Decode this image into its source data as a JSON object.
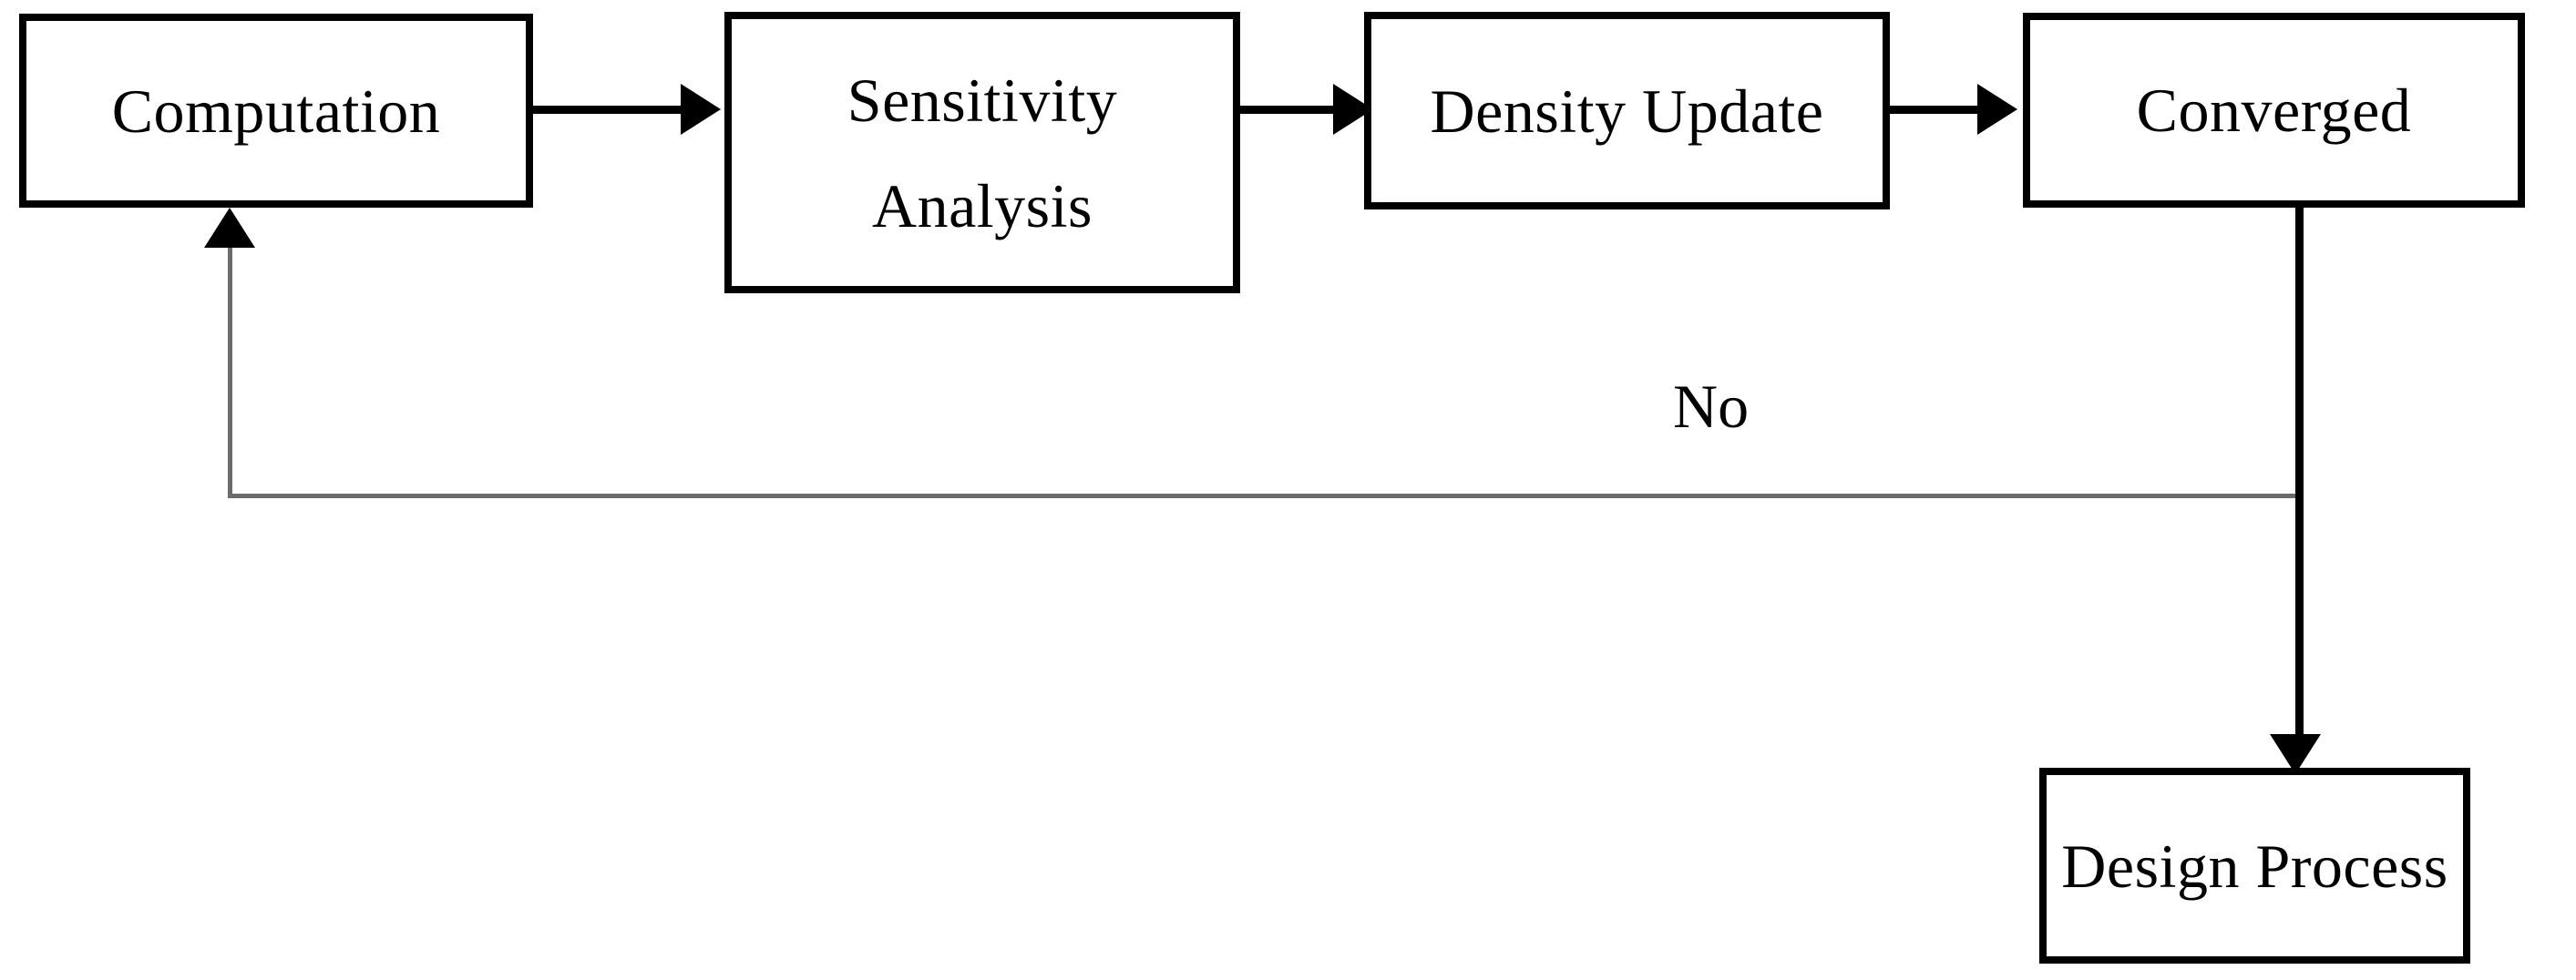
{
  "diagram": {
    "type": "flowchart",
    "orientation": "left-to-right with feedback loop",
    "background_color": "#ffffff",
    "line_color": "#000000",
    "feedback_line_color": "#6b6b6b",
    "nodes": [
      {
        "id": "computation",
        "label": "Computation",
        "shape": "rectangle"
      },
      {
        "id": "sensitivity",
        "label": "Sensitivity\nAnalysis",
        "shape": "rectangle"
      },
      {
        "id": "density",
        "label": "Density Update",
        "shape": "rectangle"
      },
      {
        "id": "converged",
        "label": "Converged",
        "shape": "rectangle"
      },
      {
        "id": "design",
        "label": "Design Process",
        "shape": "rectangle"
      }
    ],
    "edges": [
      {
        "id": "comp-sens",
        "from": "computation",
        "to": "sensitivity",
        "label": "",
        "style": "solid-black-arrow"
      },
      {
        "id": "sens-dens",
        "from": "sensitivity",
        "to": "density",
        "label": "",
        "style": "solid-black-arrow"
      },
      {
        "id": "dens-conv",
        "from": "density",
        "to": "converged",
        "label": "",
        "style": "solid-black-arrow"
      },
      {
        "id": "conv-design",
        "from": "converged",
        "to": "design",
        "label": "",
        "style": "solid-black-arrow"
      },
      {
        "id": "conv-comp",
        "from": "converged",
        "to": "computation",
        "label": "No",
        "style": "gray-feedback-arrow"
      }
    ],
    "labels": {
      "no": "No"
    }
  }
}
